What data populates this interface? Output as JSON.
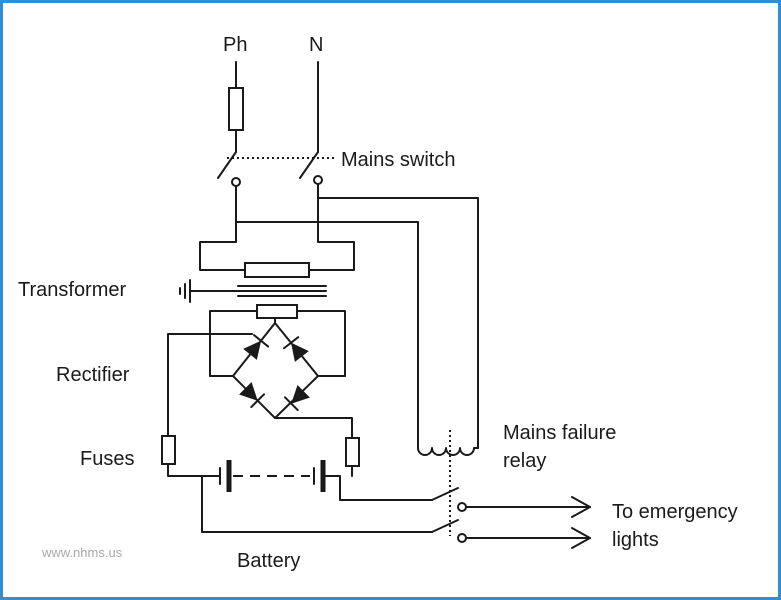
{
  "labels": {
    "phase": "Ph",
    "neutral": "N",
    "mains_switch": "Mains switch",
    "transformer": "Transformer",
    "rectifier": "Rectifier",
    "fuses": "Fuses",
    "mains_failure_line1": "Mains failure",
    "mains_failure_line2": "relay",
    "emergency_line1": "To emergency",
    "emergency_line2": "lights",
    "battery": "Battery"
  },
  "watermark": "www.nhms.us",
  "colors": {
    "line": "#1a1a1a",
    "frame": "#2f8fd3",
    "watermark": "#a9a9a9"
  }
}
